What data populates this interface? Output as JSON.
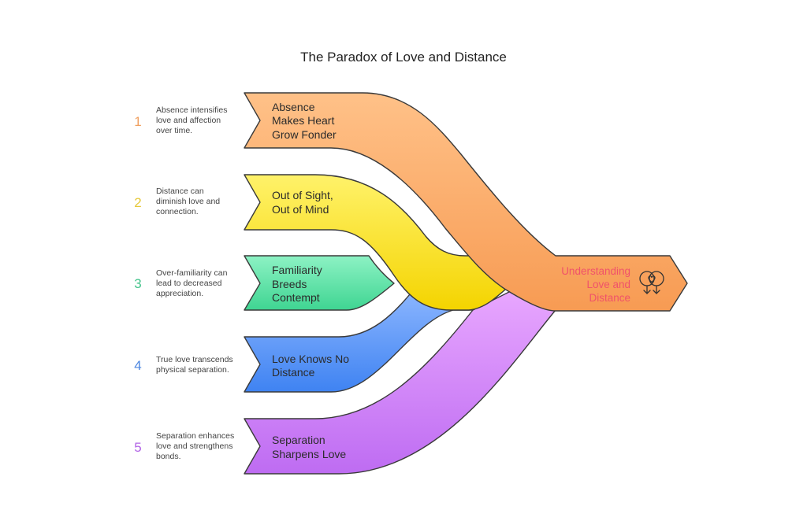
{
  "title": "The Paradox of Love and Distance",
  "items": [
    {
      "number": "1",
      "color": "#F0A060",
      "desc_lines": [
        "Absence intensifies",
        "love and affection",
        "over time."
      ],
      "label_lines": [
        "Absence",
        "Makes Heart",
        "Grow Fonder"
      ]
    },
    {
      "number": "2",
      "color": "#E6C93A",
      "desc_lines": [
        "Distance can",
        "diminish love and",
        "connection."
      ],
      "label_lines": [
        "Out of Sight,",
        "Out of Mind"
      ]
    },
    {
      "number": "3",
      "color": "#46C48C",
      "desc_lines": [
        "Over-familiarity can",
        "lead to decreased",
        "appreciation."
      ],
      "label_lines": [
        "Familiarity",
        "Breeds",
        "Contempt"
      ]
    },
    {
      "number": "4",
      "color": "#4C86E0",
      "desc_lines": [
        "True love transcends",
        "physical separation."
      ],
      "label_lines": [
        "Love Knows No",
        "Distance"
      ]
    },
    {
      "number": "5",
      "color": "#B264E6",
      "desc_lines": [
        "Separation enhances",
        "love and strengthens",
        "bonds."
      ],
      "label_lines": [
        "Separation",
        "Sharpens Love"
      ]
    }
  ],
  "target": {
    "label_lines": [
      "Understanding",
      "Love and",
      "Distance"
    ],
    "color": "#F0526A",
    "icon": "gender-hearts-icon"
  },
  "colors": {
    "band1_top": "#FFC188",
    "band1_bot": "#F79B53",
    "band2_top": "#FFF26A",
    "band2_bot": "#F4D400",
    "band3_top": "#8DF2C4",
    "band3_bot": "#3FD592",
    "band4_top": "#8FB8FF",
    "band4_bot": "#3F83F2",
    "band5_top": "#E9A8FF",
    "band5_bot": "#BE6CF2",
    "target_fill": "#F99D4C"
  }
}
